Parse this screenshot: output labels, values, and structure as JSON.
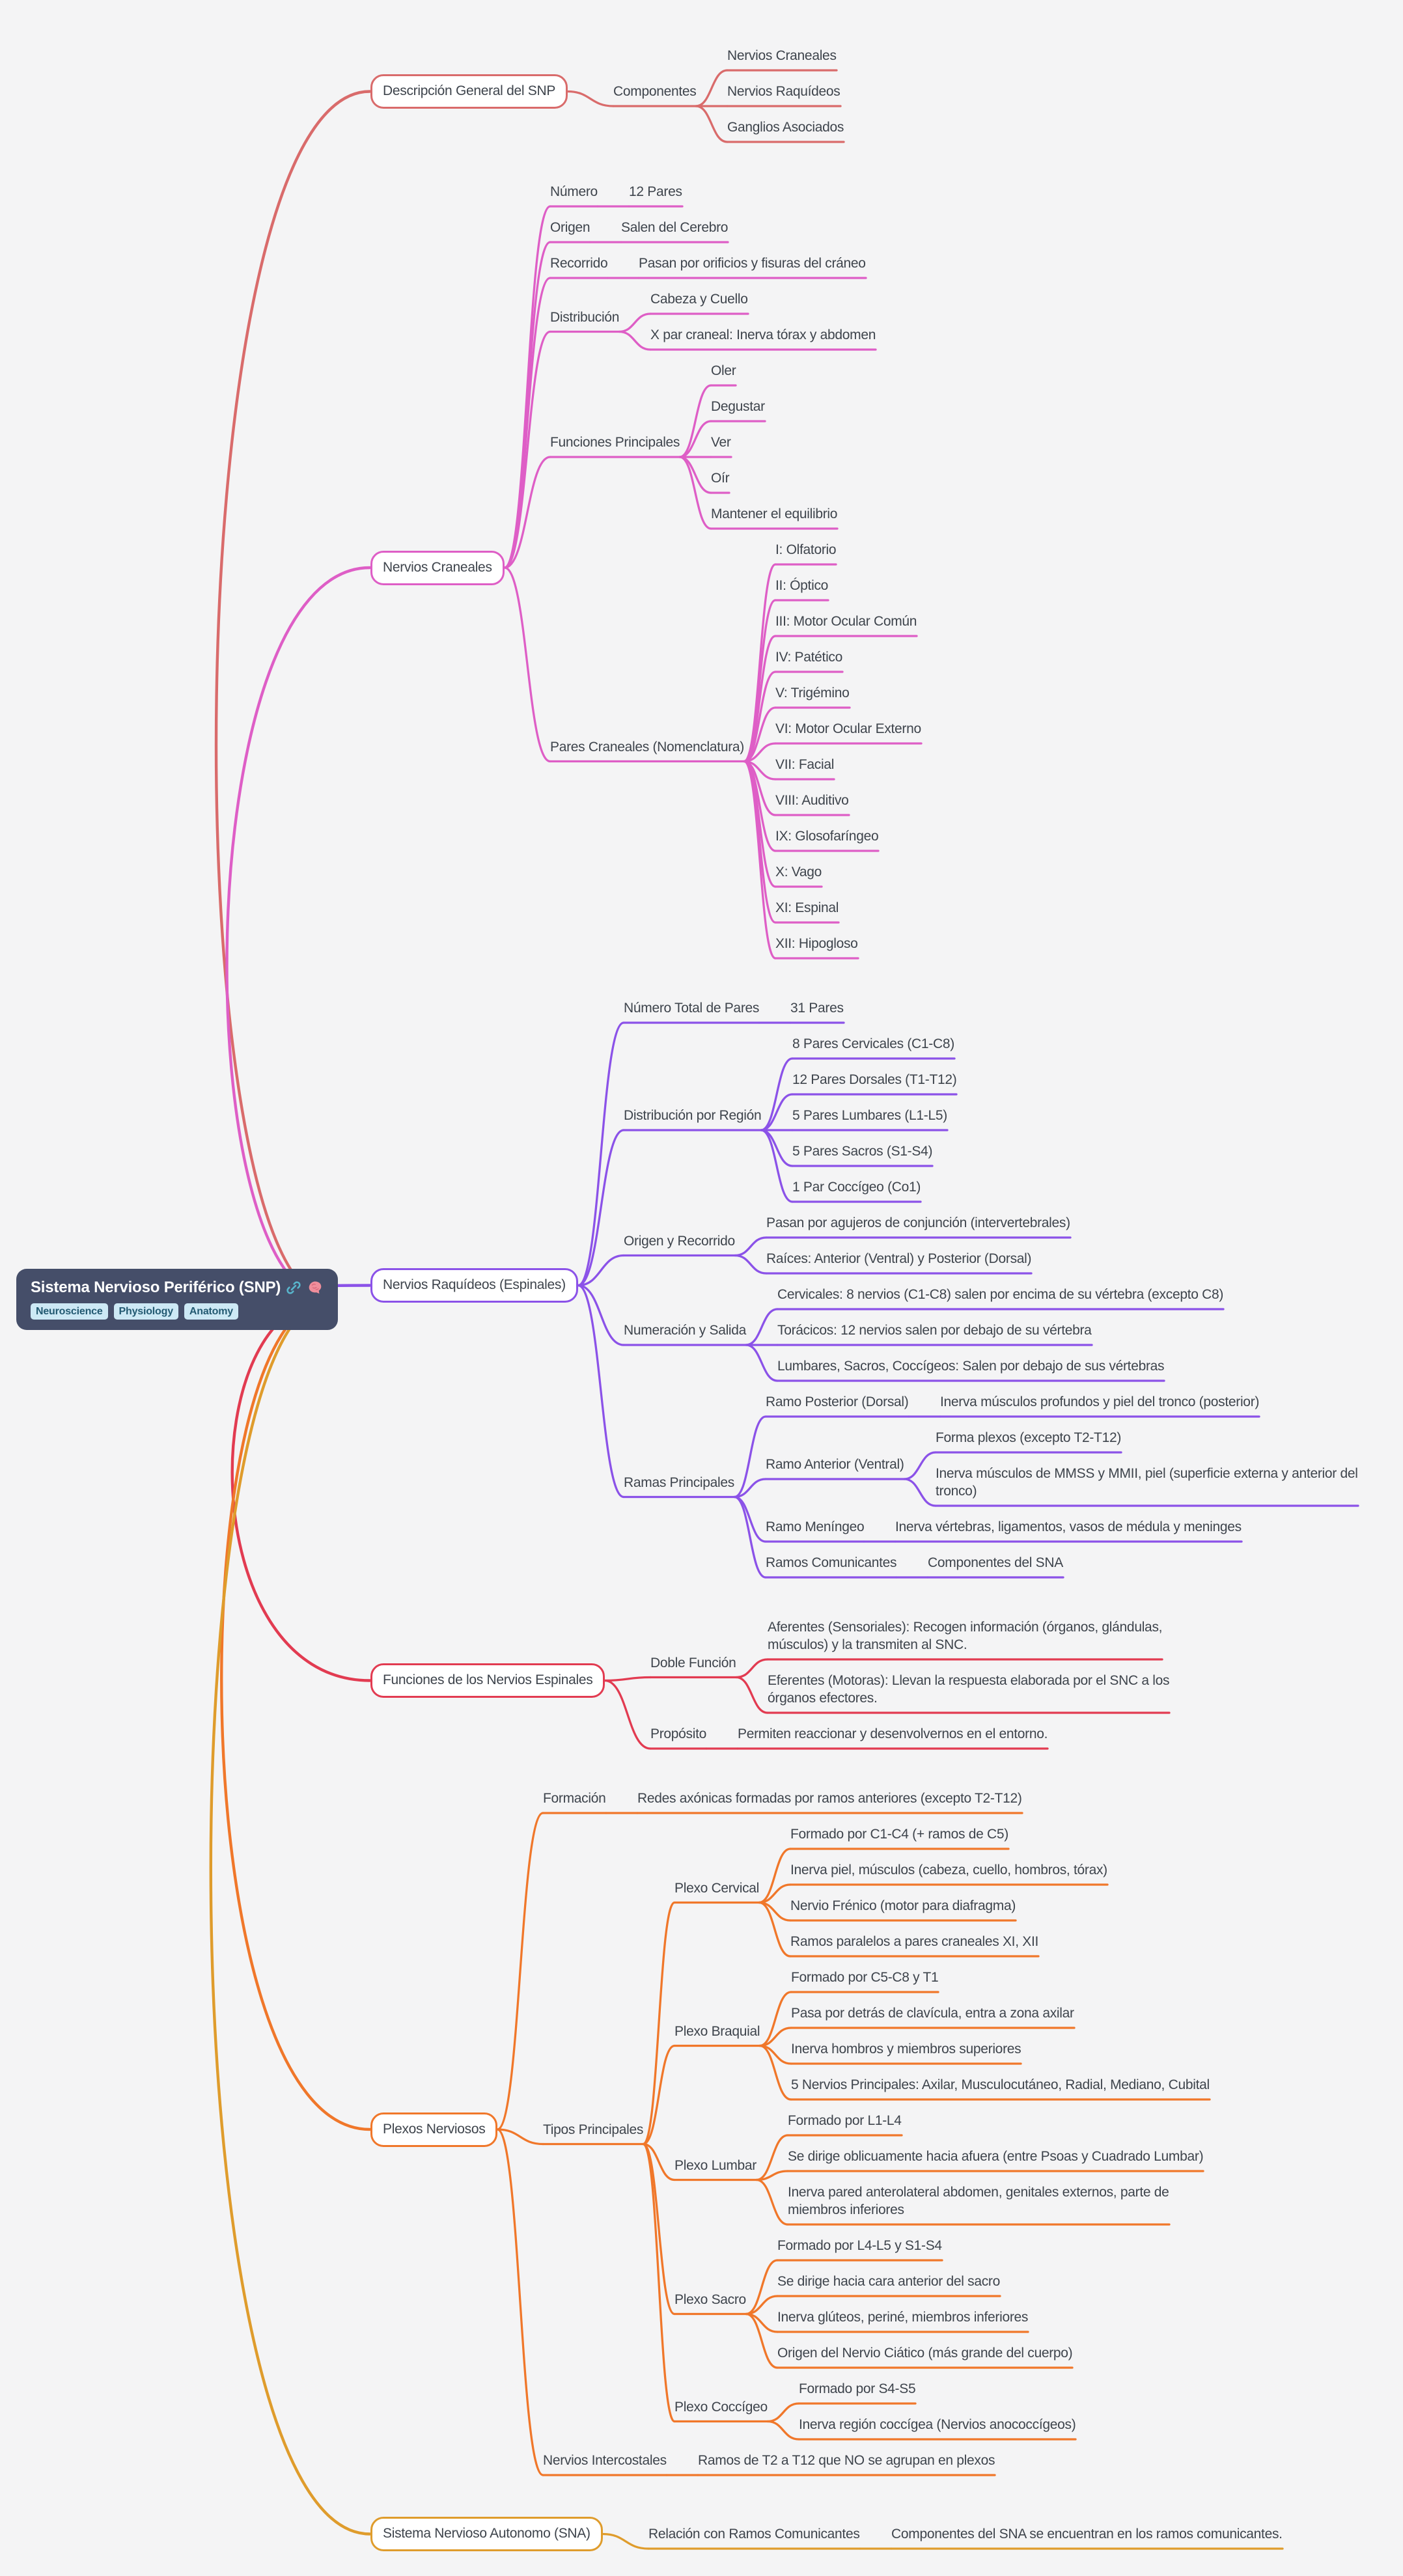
{
  "colors": {
    "background": "#f4f4f5",
    "root_bg": "#454e69",
    "node_text": "#3e444c",
    "tag_bg": "#cde9f5",
    "tag_text": "#235a72",
    "link_icon": "#58b5cc",
    "brain_icon": "#ef8e9b",
    "branch_descripcion": "#d96b6b",
    "branch_craneales": "#de5ec6",
    "branch_raquideos": "#8b52e8",
    "branch_funciones": "#e23b51",
    "branch_plexos": "#f0772a",
    "branch_sna": "#df9c2c"
  },
  "tree": {
    "label": "Sistema Nervioso Periférico (SNP)",
    "icons": [
      "link-icon",
      "brain-icon"
    ],
    "tags": [
      "Neuroscience",
      "Physiology",
      "Anatomy"
    ],
    "children": [
      {
        "label": "Descripción General del SNP",
        "color": "#d96b6b",
        "children": [
          {
            "label": "Componentes",
            "children": [
              {
                "label": "Nervios Craneales"
              },
              {
                "label": "Nervios Raquídeos"
              },
              {
                "label": "Ganglios Asociados"
              }
            ]
          }
        ]
      },
      {
        "label": "Nervios Craneales",
        "color": "#de5ec6",
        "children": [
          {
            "label": "Número",
            "children": [
              {
                "label": "12 Pares"
              }
            ]
          },
          {
            "label": "Origen",
            "children": [
              {
                "label": "Salen del Cerebro"
              }
            ]
          },
          {
            "label": "Recorrido",
            "children": [
              {
                "label": "Pasan por orificios y fisuras del cráneo"
              }
            ]
          },
          {
            "label": "Distribución",
            "children": [
              {
                "label": "Cabeza y Cuello"
              },
              {
                "label": "X par craneal: Inerva tórax y abdomen"
              }
            ]
          },
          {
            "label": "Funciones Principales",
            "children": [
              {
                "label": "Oler"
              },
              {
                "label": "Degustar"
              },
              {
                "label": "Ver"
              },
              {
                "label": "Oír"
              },
              {
                "label": "Mantener el equilibrio"
              }
            ]
          },
          {
            "label": "Pares Craneales (Nomenclatura)",
            "children": [
              {
                "label": "I: Olfatorio"
              },
              {
                "label": "II: Óptico"
              },
              {
                "label": "III: Motor Ocular Común"
              },
              {
                "label": "IV: Patético"
              },
              {
                "label": "V: Trigémino"
              },
              {
                "label": "VI: Motor Ocular Externo"
              },
              {
                "label": "VII: Facial"
              },
              {
                "label": "VIII: Auditivo"
              },
              {
                "label": "IX: Glosofaríngeo"
              },
              {
                "label": "X: Vago"
              },
              {
                "label": "XI: Espinal"
              },
              {
                "label": "XII: Hipogloso"
              }
            ]
          }
        ]
      },
      {
        "label": "Nervios Raquídeos (Espinales)",
        "color": "#8b52e8",
        "children": [
          {
            "label": "Número Total de Pares",
            "children": [
              {
                "label": "31 Pares"
              }
            ]
          },
          {
            "label": "Distribución por Región",
            "children": [
              {
                "label": "8 Pares Cervicales (C1-C8)"
              },
              {
                "label": "12 Pares Dorsales (T1-T12)"
              },
              {
                "label": "5 Pares Lumbares (L1-L5)"
              },
              {
                "label": "5 Pares Sacros (S1-S4)"
              },
              {
                "label": "1 Par Coccígeo (Co1)"
              }
            ]
          },
          {
            "label": "Origen y Recorrido",
            "children": [
              {
                "label": "Pasan por agujeros de conjunción (intervertebrales)"
              },
              {
                "label": "Raíces: Anterior (Ventral) y Posterior (Dorsal)"
              }
            ]
          },
          {
            "label": "Numeración y Salida",
            "children": [
              {
                "label": "Cervicales: 8 nervios (C1-C8) salen por encima de su vértebra (excepto C8)"
              },
              {
                "label": "Torácicos: 12 nervios salen por debajo de su vértebra"
              },
              {
                "label": "Lumbares, Sacros, Coccígeos: Salen por debajo de sus vértebras"
              }
            ]
          },
          {
            "label": "Ramas Principales",
            "children": [
              {
                "label": "Ramo Posterior (Dorsal)",
                "children": [
                  {
                    "label": "Inerva músculos profundos y piel del tronco (posterior)"
                  }
                ]
              },
              {
                "label": "Ramo Anterior (Ventral)",
                "children": [
                  {
                    "label": "Forma plexos (excepto T2-T12)"
                  },
                  {
                    "label": "Inerva músculos de MMSS y MMII, piel (superficie externa y anterior del\ntronco)"
                  }
                ]
              },
              {
                "label": "Ramo Meníngeo",
                "children": [
                  {
                    "label": "Inerva vértebras, ligamentos, vasos de médula y meninges"
                  }
                ]
              },
              {
                "label": "Ramos Comunicantes",
                "children": [
                  {
                    "label": "Componentes del SNA"
                  }
                ]
              }
            ]
          }
        ]
      },
      {
        "label": "Funciones de los Nervios Espinales",
        "color": "#e23b51",
        "children": [
          {
            "label": "Doble Función",
            "children": [
              {
                "label": "Aferentes (Sensoriales): Recogen información (órganos, glándulas,\nmúsculos) y la transmiten al SNC."
              },
              {
                "label": "Eferentes (Motoras): Llevan la respuesta elaborada por el SNC a los\nórganos efectores."
              }
            ]
          },
          {
            "label": "Propósito",
            "children": [
              {
                "label": "Permiten reaccionar y desenvolvernos en el entorno."
              }
            ]
          }
        ]
      },
      {
        "label": "Plexos Nerviosos",
        "color": "#f0772a",
        "children": [
          {
            "label": "Formación",
            "children": [
              {
                "label": "Redes axónicas formadas por ramos anteriores (excepto T2-T12)"
              }
            ]
          },
          {
            "label": "Tipos Principales",
            "children": [
              {
                "label": "Plexo Cervical",
                "children": [
                  {
                    "label": "Formado por C1-C4 (+ ramos de C5)"
                  },
                  {
                    "label": "Inerva piel, músculos (cabeza, cuello, hombros, tórax)"
                  },
                  {
                    "label": "Nervio Frénico (motor para diafragma)"
                  },
                  {
                    "label": "Ramos paralelos a pares craneales XI, XII"
                  }
                ]
              },
              {
                "label": "Plexo Braquial",
                "children": [
                  {
                    "label": "Formado por C5-C8 y T1"
                  },
                  {
                    "label": "Pasa por detrás de clavícula, entra a zona axilar"
                  },
                  {
                    "label": "Inerva hombros y miembros superiores"
                  },
                  {
                    "label": "5 Nervios Principales: Axilar, Musculocutáneo, Radial, Mediano, Cubital"
                  }
                ]
              },
              {
                "label": "Plexo Lumbar",
                "children": [
                  {
                    "label": "Formado por L1-L4"
                  },
                  {
                    "label": "Se dirige oblicuamente hacia afuera (entre Psoas y Cuadrado Lumbar)"
                  },
                  {
                    "label": "Inerva pared anterolateral abdomen, genitales externos, parte de\nmiembros inferiores"
                  }
                ]
              },
              {
                "label": "Plexo Sacro",
                "children": [
                  {
                    "label": "Formado por L4-L5 y S1-S4"
                  },
                  {
                    "label": "Se dirige hacia cara anterior del sacro"
                  },
                  {
                    "label": "Inerva glúteos, periné, miembros inferiores"
                  },
                  {
                    "label": "Origen del Nervio Ciático (más grande del cuerpo)"
                  }
                ]
              },
              {
                "label": "Plexo Coccígeo",
                "children": [
                  {
                    "label": "Formado por S4-S5"
                  },
                  {
                    "label": "Inerva región coccígea (Nervios anococcígeos)"
                  }
                ]
              }
            ]
          },
          {
            "label": "Nervios Intercostales",
            "children": [
              {
                "label": "Ramos de T2 a T12 que NO se agrupan en plexos"
              }
            ]
          }
        ]
      },
      {
        "label": "Sistema Nervioso Autonomo (SNA)",
        "color": "#df9c2c",
        "children": [
          {
            "label": "Relación con Ramos Comunicantes",
            "children": [
              {
                "label": "Componentes del SNA se encuentran en los ramos comunicantes."
              }
            ]
          }
        ]
      }
    ]
  }
}
